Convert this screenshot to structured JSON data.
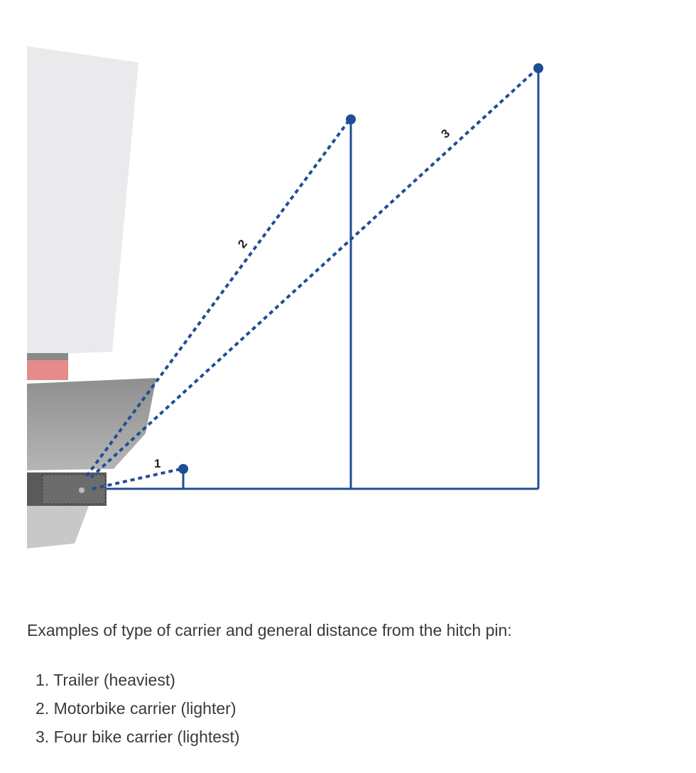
{
  "diagram": {
    "labels": [
      "1",
      "2",
      "3"
    ],
    "line_color": "#1f4e96"
  },
  "caption": "Examples of type of carrier and general distance from the hitch pin:",
  "list": [
    {
      "num": "1.",
      "text": "Trailer (heaviest)"
    },
    {
      "num": "2.",
      "text": "Motorbike carrier (lighter)"
    },
    {
      "num": "3.",
      "text": "Four bike carrier (lightest)"
    }
  ]
}
